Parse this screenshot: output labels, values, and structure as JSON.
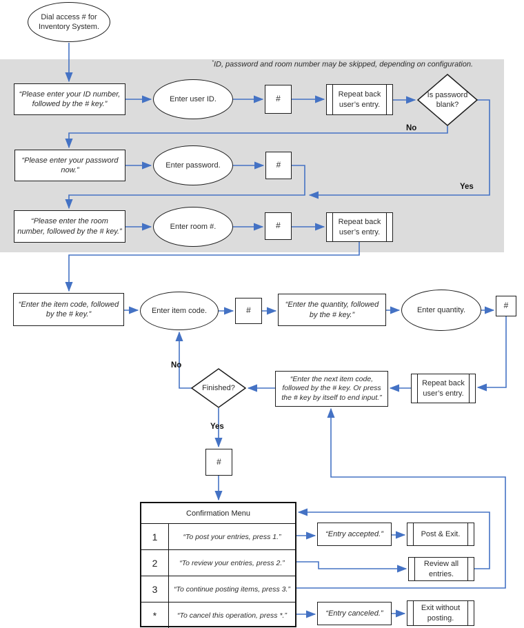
{
  "note": {
    "mark": "*",
    "text": "ID, password and room number may be skipped, depending on configuration."
  },
  "labels": {
    "no": "No",
    "yes": "Yes"
  },
  "nodes": {
    "start": "Dial access # for Inventory System.",
    "prompt_id": "“Please enter your ID number, followed by the # key.”",
    "enter_user_id": "Enter user ID.",
    "hash": "#",
    "repeat_back": "Repeat back user’s entry.",
    "is_password_blank": "Is password blank?",
    "prompt_password": "“Please enter your password now.”",
    "enter_password": "Enter password.",
    "prompt_room": "“Please enter the room number, followed by the # key.”",
    "enter_room": "Enter room #.",
    "prompt_item": "“Enter the item code, followed by the # key.”",
    "enter_item_code": "Enter item code.",
    "prompt_quantity": "“Enter the quantity, followed by the # key.”",
    "enter_quantity": "Enter quantity.",
    "prompt_next_item": "“Enter the next item code, followed by the # key.  Or press the # key by itself to end input.”",
    "finished": "Finished?",
    "entry_accepted": "“Entry accepted.”",
    "post_and_exit": "Post & Exit.",
    "review_all_entries": "Review all entries.",
    "entry_canceled": "“Entry canceled.”",
    "exit_without_posting": "Exit without posting."
  },
  "menu": {
    "title": "Confirmation Menu",
    "rows": [
      {
        "key": "1",
        "text": "“To post your entries, press 1.”"
      },
      {
        "key": "2",
        "text": "“To review your entries, press 2.”"
      },
      {
        "key": "3",
        "text": "“To continue posting items, press 3.”"
      },
      {
        "key": "*",
        "text": "“To cancel this operation, press *.”"
      }
    ]
  },
  "colors": {
    "connector": "#4472c4",
    "band": "#dcdcdc",
    "shape_border": "#1c1c1c"
  }
}
